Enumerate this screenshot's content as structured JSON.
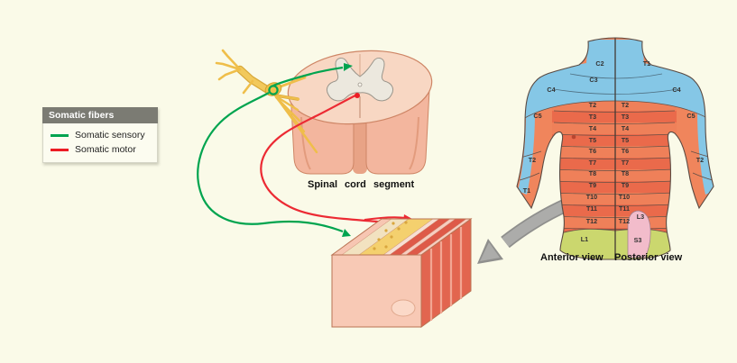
{
  "legend": {
    "title": "Somatic fibers",
    "items": [
      {
        "label": "Somatic sensory",
        "color": "#00A44F"
      },
      {
        "label": "Somatic motor",
        "color": "#EC1C24"
      }
    ]
  },
  "captions": {
    "spinal_cord": "Spinal cord segment",
    "anterior": "Anterior view",
    "posterior": "Posterior view"
  },
  "dermatomes": {
    "anterior": [
      "C2",
      "C3",
      "C4",
      "C5",
      "T2",
      "T3",
      "T4",
      "T5",
      "T6",
      "T7",
      "T8",
      "T9",
      "T10",
      "T11",
      "T12",
      "L1",
      "T2",
      "T1"
    ],
    "posterior": [
      "T1",
      "C4",
      "C5",
      "T2",
      "T3",
      "T4",
      "T5",
      "T6",
      "T7",
      "T8",
      "T9",
      "T10",
      "T11",
      "T12",
      "L3",
      "S3",
      "T2"
    ]
  },
  "colors": {
    "background": "#FAFAE8",
    "sensory_green": "#00A44F",
    "motor_red": "#EC1C24",
    "cord_pink": "#F3B69E",
    "nerve_yellow": "#F0C14B",
    "dermatome_blue": "#85C7E6",
    "dermatome_orange": "#F0855C",
    "dermatome_green": "#CBD76E",
    "dermatome_pink": "#F2BCCB",
    "fat_yellow": "#F4D06E",
    "muscle_red": "#DE5A49",
    "arrow_gray": "#A8A8A8"
  }
}
